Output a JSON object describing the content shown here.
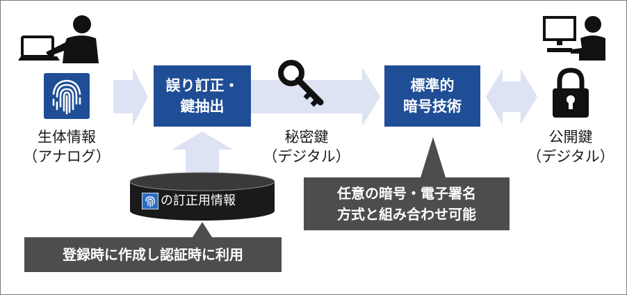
{
  "nodes": {
    "biometric": {
      "line1": "生体情報",
      "line2": "（アナログ）"
    },
    "error_correction": {
      "line1": "誤り訂正・",
      "line2": "鍵抽出"
    },
    "secret_key": {
      "line1": "秘密鍵",
      "line2": "（デジタル）"
    },
    "crypto": {
      "line1": "標準的",
      "line2": "暗号技術"
    },
    "public_key": {
      "line1": "公開鍵",
      "line2": "（デジタル）"
    },
    "helper_db": {
      "label": "の訂正用情報"
    }
  },
  "callouts": {
    "registration": "登録時に作成し認証時に利用",
    "combination": {
      "line1": "任意の暗号・電子署名",
      "line2": "方式と組み合わせ可能"
    }
  },
  "icons": {
    "user_left": "person-laptop-icon",
    "fingerprint": "fingerprint-icon",
    "key": "key-icon",
    "user_right": "person-computer-icon",
    "lock": "padlock-icon"
  },
  "colors": {
    "box_blue": "#1f4e96",
    "arrow_fill": "#dde3f3",
    "callout_gray": "#4d4d4d",
    "icon_black": "#111111"
  }
}
